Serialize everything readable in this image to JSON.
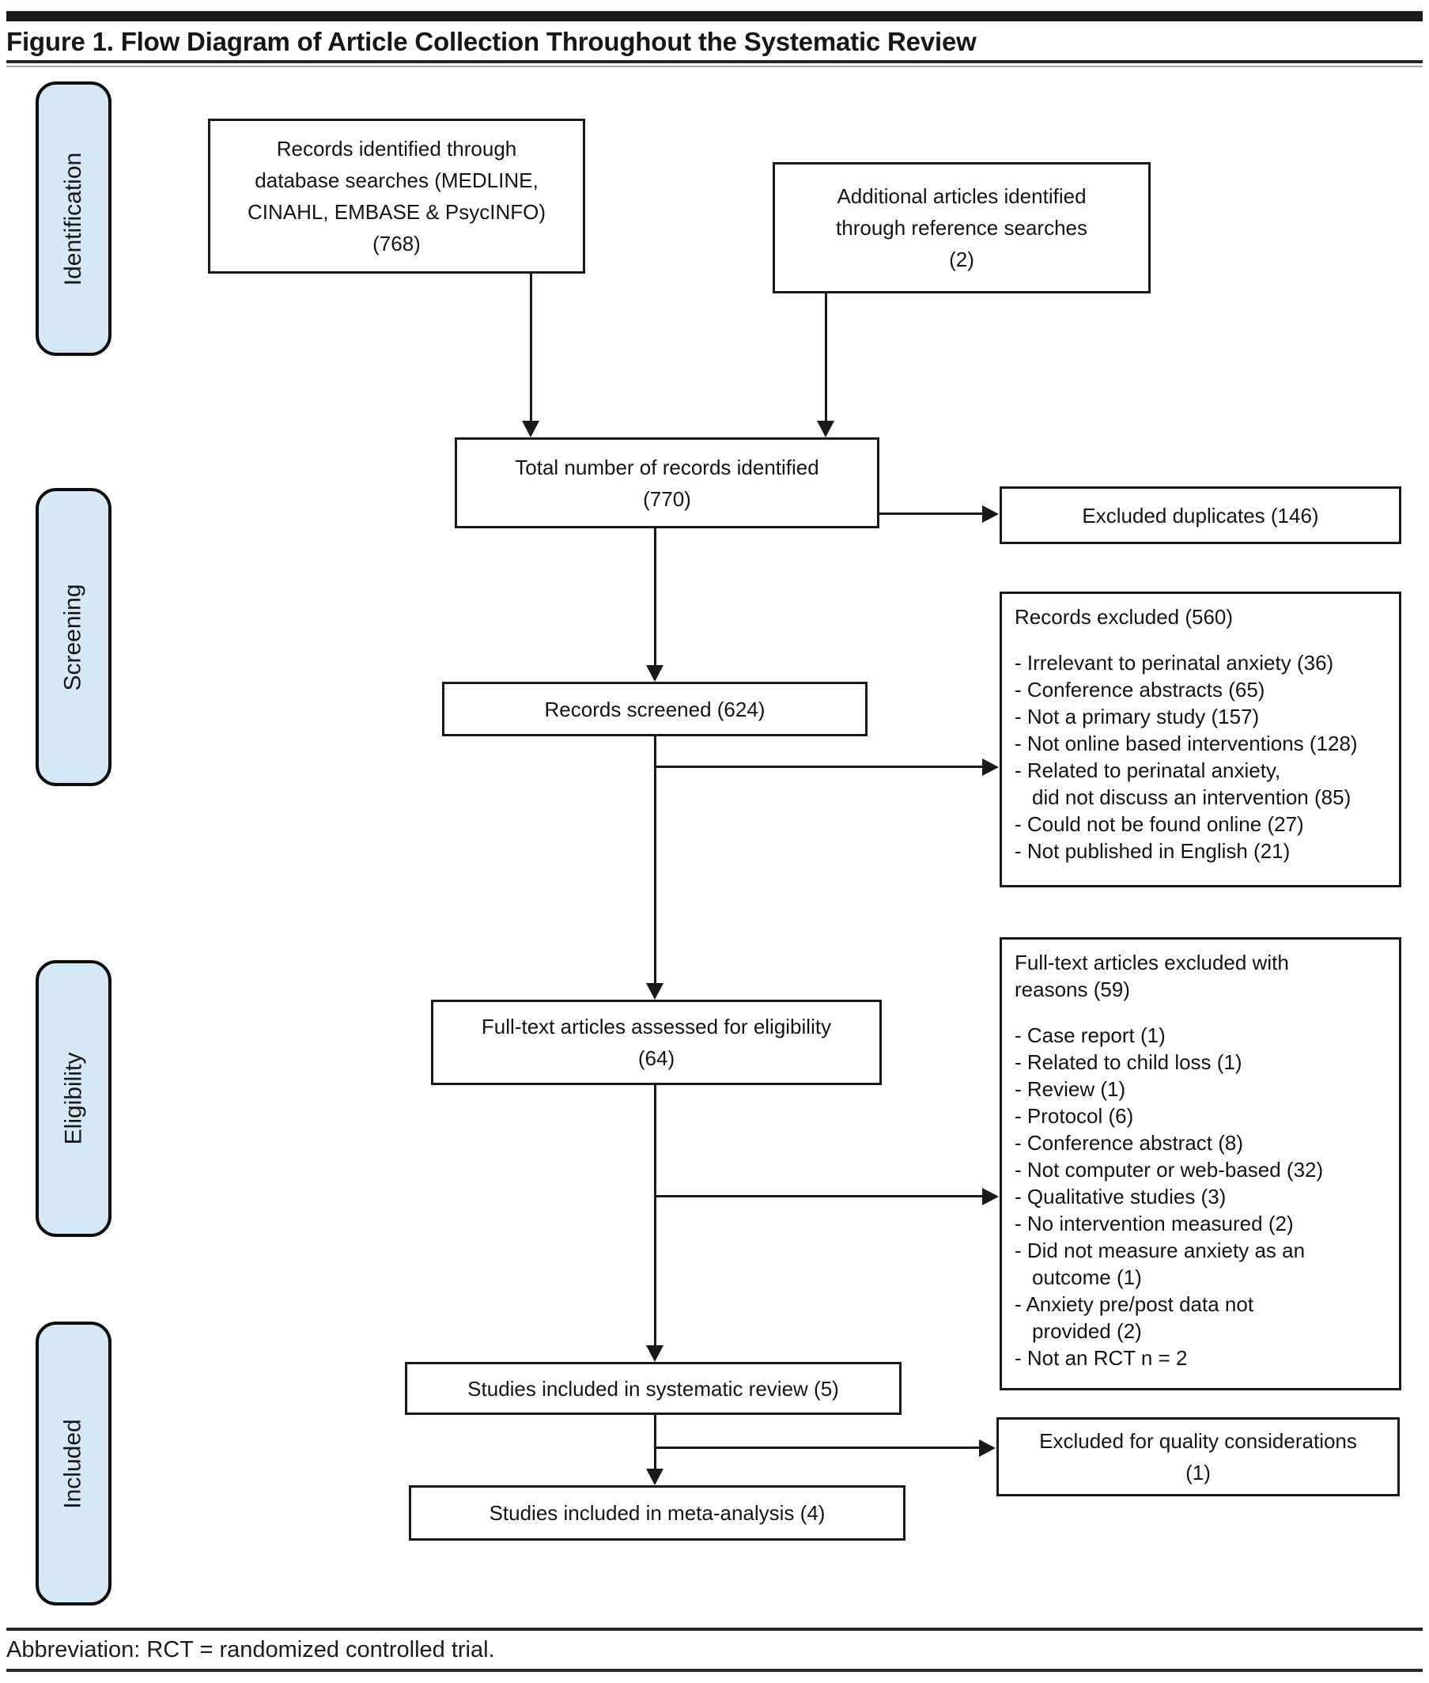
{
  "title": "Figure 1. Flow Diagram of Article Collection Throughout the Systematic Review",
  "footer": "Abbreviation: RCT = randomized controlled trial.",
  "colors": {
    "stage_fill": "#d5e8f6",
    "line": "#1a1a1a"
  },
  "stages": {
    "identification": "Identification",
    "screening": "Screening",
    "eligibility": "Eligibility",
    "included": "Included"
  },
  "boxes": {
    "db_records": "Records identified through\ndatabase searches (MEDLINE,\nCINAHL, EMBASE & PsycINFO)\n(768)",
    "reference_records": "Additional articles identified\nthrough reference searches\n(2)",
    "total_records": "Total number of records identified\n(770)",
    "excluded_duplicates": "Excluded duplicates (146)",
    "records_screened": "Records screened (624)",
    "records_excluded": {
      "heading": "Records excluded (560)",
      "items": [
        "- Irrelevant to perinatal anxiety (36)",
        "- Conference abstracts (65)",
        "- Not a primary study (157)",
        "- Not online based interventions (128)",
        "- Related to perinatal anxiety,\ndid not discuss an intervention (85)",
        "- Could not be found online (27)",
        "- Not published in English (21)"
      ]
    },
    "fulltext_assessed": "Full-text articles assessed for eligibility\n(64)",
    "fulltext_excluded": {
      "heading": "Full-text articles excluded with\nreasons (59)",
      "items": [
        "- Case report (1)",
        "- Related to child loss (1)",
        "- Review (1)",
        "- Protocol (6)",
        "- Conference abstract (8)",
        "- Not computer or web-based (32)",
        "- Qualitative studies (3)",
        "- No intervention measured (2)",
        "- Did not measure anxiety as an\noutcome (1)",
        "- Anxiety pre/post data not\nprovided (2)",
        "- Not an RCT n = 2"
      ]
    },
    "systematic_review_included": "Studies included in systematic review (5)",
    "excluded_quality": "Excluded for quality considerations\n(1)",
    "meta_analysis_included": "Studies included in meta-analysis (4)"
  }
}
